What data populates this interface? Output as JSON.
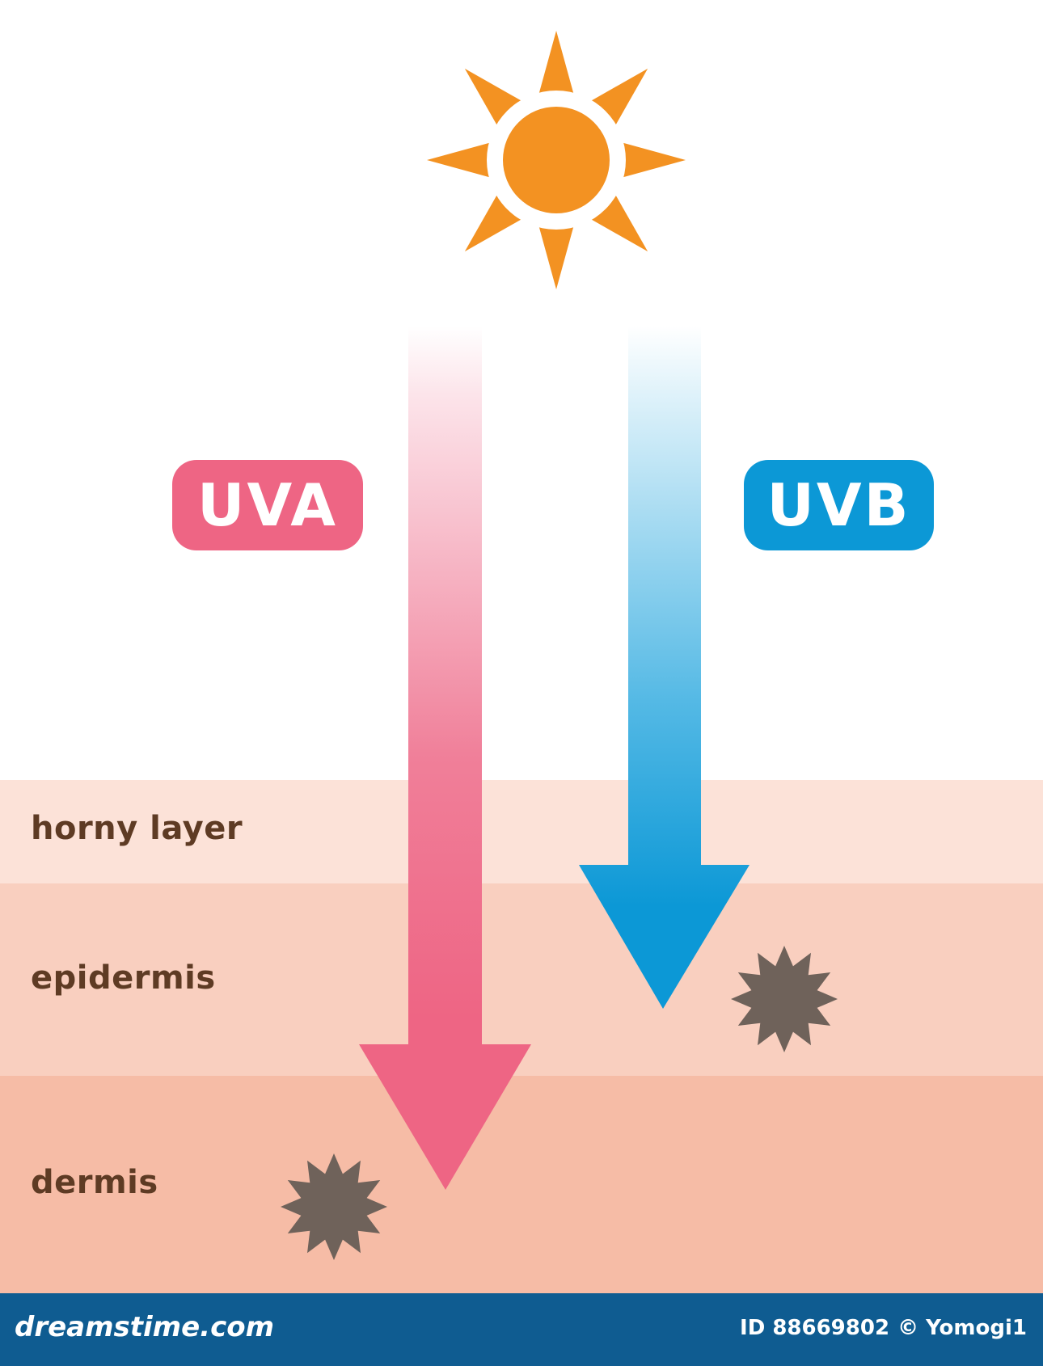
{
  "colors": {
    "background": "#ffffff",
    "horny_layer": "#fce2d8",
    "epidermis": "#f9cfbf",
    "dermis": "#f6bca6",
    "uva": "#ee6584",
    "uvb": "#0c98d6",
    "sun": "#f39222",
    "damage_mark": "#6f625a",
    "label_text": "#5e3b24",
    "footer": "#0f5c91"
  },
  "sun": {
    "icon": "sun-icon"
  },
  "rays": {
    "uva": {
      "label": "UVA",
      "icon": "down-arrow-icon",
      "depth": "dermis"
    },
    "uvb": {
      "label": "UVB",
      "icon": "down-arrow-icon",
      "depth": "epidermis"
    }
  },
  "layers": [
    {
      "label": "horny layer"
    },
    {
      "label": "epidermis"
    },
    {
      "label": "dermis"
    }
  ],
  "damage_marks": [
    {
      "icon": "damage-burst-icon",
      "layer": "epidermis"
    },
    {
      "icon": "damage-burst-icon",
      "layer": "dermis"
    }
  ],
  "footer": {
    "site": "dreamstime.com",
    "id_text": "ID 88669802",
    "author": "© Yomogi1"
  }
}
